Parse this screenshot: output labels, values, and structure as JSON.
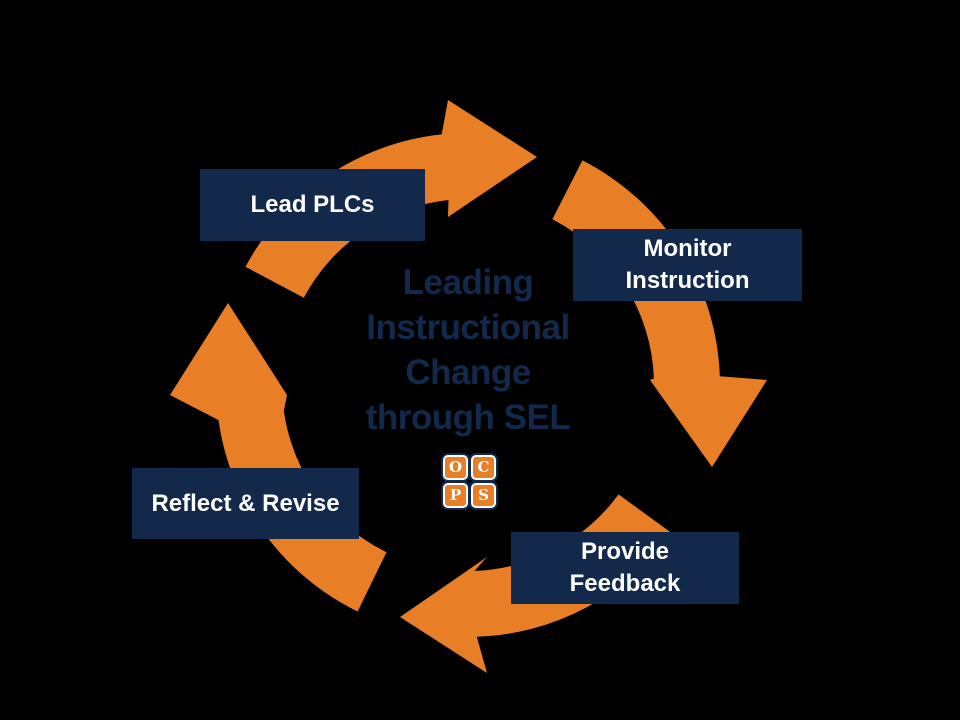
{
  "diagram": {
    "title_lines": [
      "Leading",
      "Instructional",
      "Change",
      "through SEL"
    ],
    "title_full": "Leading Instructional Change through SEL",
    "steps": [
      {
        "label": "Lead PLCs"
      },
      {
        "label": "Monitor Instruction"
      },
      {
        "label": "Provide Feedback"
      },
      {
        "label": "Reflect & Revise"
      }
    ],
    "logo_letters": [
      "O",
      "C",
      "P",
      "S"
    ]
  },
  "colors": {
    "orange": "#E87F26",
    "navy": "#12294B",
    "text_white": "#FFFFFF",
    "background": "#000000"
  }
}
